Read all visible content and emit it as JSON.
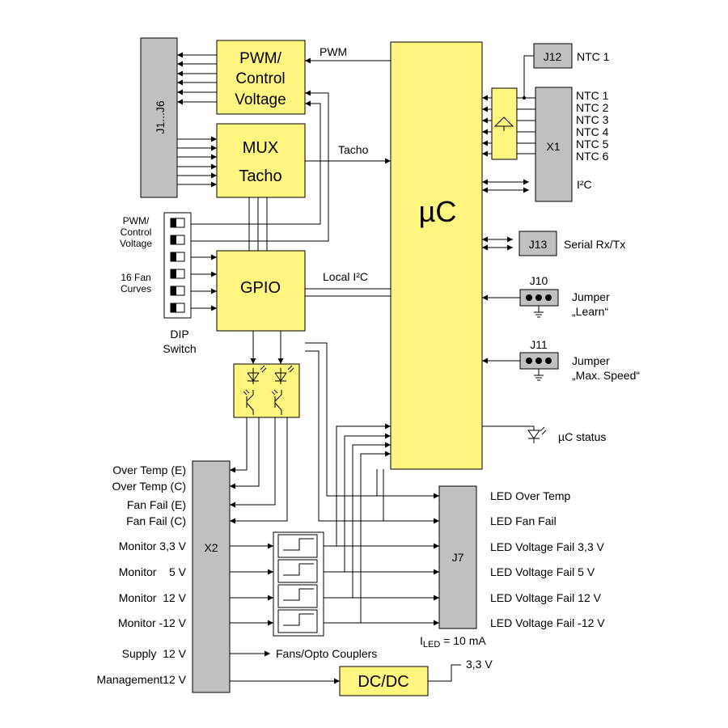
{
  "blocks": {
    "pwm_line1": "PWM/",
    "pwm_line2": "Control",
    "pwm_line3": "Voltage",
    "mux_line1": "MUX",
    "mux_line2": "Tacho",
    "gpio": "GPIO",
    "uc": "µC",
    "dcdc": "DC/DC",
    "opto_block": ""
  },
  "connectors": {
    "j1_j6": "J1...J6",
    "j12": "J12",
    "x1": "X1",
    "j13": "J13",
    "j10": "J10",
    "j11": "J11",
    "x2": "X2",
    "j7": "J7"
  },
  "signals": {
    "pwm": "PWM",
    "tacho": "Tacho",
    "local_i2c": "Local I²C",
    "i2c": "I²C",
    "serial": "Serial Rx/Tx",
    "uc_status": "µC status",
    "fans_opto": "Fans/Opto Couplers",
    "v33": "3,3 V"
  },
  "ntc": {
    "j12_label": "NTC 1",
    "x1_labels": [
      "NTC 1",
      "NTC 2",
      "NTC 3",
      "NTC 4",
      "NTC 5",
      "NTC 6"
    ]
  },
  "jumpers": {
    "learn_line1": "Jumper",
    "learn_line2": "„Learn“",
    "speed_line1": "Jumper",
    "speed_line2": "„Max. Speed“"
  },
  "dip": {
    "pwm_line1": "PWM/",
    "pwm_line2": "Control",
    "pwm_line3": "Voltage",
    "curves_line1": "16 Fan",
    "curves_line2": "Curves",
    "switch_line1": "DIP",
    "switch_line2": "Switch"
  },
  "x2_pins": [
    "Over Temp (E)",
    "Over Temp (C)",
    "Fan Fail (E)",
    "Fan Fail (C)",
    "Monitor 3,3 V",
    "Monitor    5 V",
    "Monitor  12 V",
    "Monitor -12 V",
    "Supply  12 V",
    "Management12 V"
  ],
  "j7_pins": [
    "LED Over Temp",
    "LED Fan Fail",
    "LED Voltage Fail 3,3 V",
    "LED Voltage Fail 5 V",
    "LED Voltage Fail 12 V",
    "LED Voltage Fail -12 V"
  ],
  "iled": {
    "prefix": "I",
    "sub": "LED",
    "value": " = 10 mA"
  }
}
